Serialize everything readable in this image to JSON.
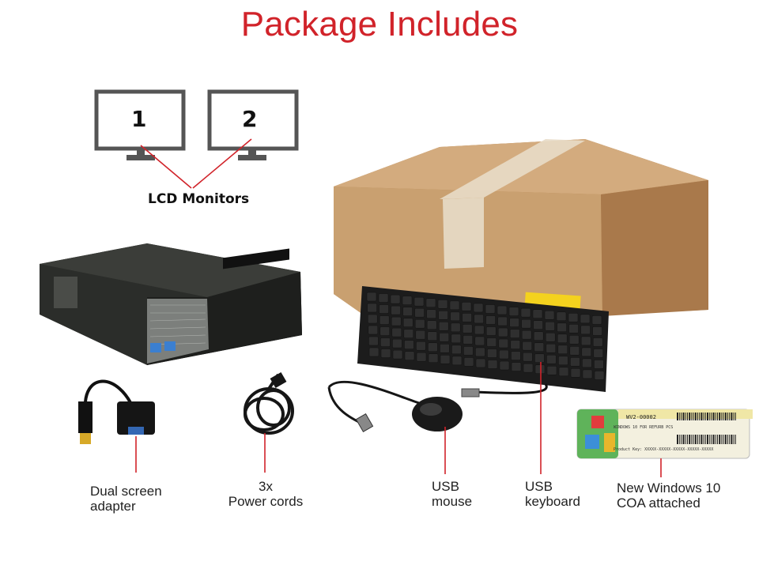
{
  "title": "Package Includes",
  "monitors": {
    "label": "LCD Monitors",
    "numbers": [
      "1",
      "2"
    ]
  },
  "items": [
    {
      "id": "adapter",
      "lines": [
        "Dual screen",
        "adapter"
      ]
    },
    {
      "id": "power",
      "lines": [
        "3x",
        "Power cords"
      ]
    },
    {
      "id": "mouse",
      "lines": [
        "USB",
        "mouse"
      ]
    },
    {
      "id": "keyboard",
      "lines": [
        "USB",
        "keyboard"
      ]
    },
    {
      "id": "coa",
      "lines": [
        "New Windows 10",
        "COA attached"
      ]
    }
  ],
  "coa_sticker": {
    "code": "WV2-00002",
    "os_line": "WINDOWS 10 FOR REFURB PCS",
    "key_line": "Product Key: XXXXX-XXXXX-XXXXX-XXXXX-XXXXX"
  },
  "colors": {
    "accent": "#d1232a",
    "box": "#c9a070",
    "tape": "#e8dcc8",
    "pc": "#2b2d2a"
  }
}
